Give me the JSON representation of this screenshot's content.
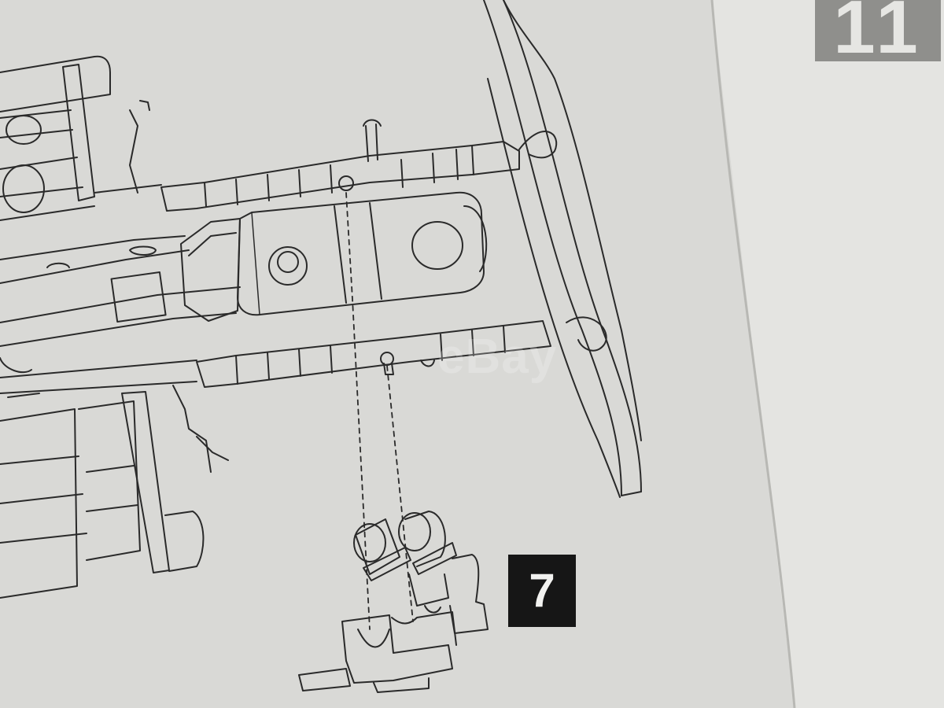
{
  "page": {
    "page_number": "11",
    "step_number": "7",
    "watermark": "eBay"
  },
  "colors": {
    "paper_left": "#d9d9d6",
    "paper_right": "#e6e6e3",
    "line": "#2a2a2a",
    "page_number_bg": "#8f8f8c",
    "step_bg": "#161616"
  }
}
